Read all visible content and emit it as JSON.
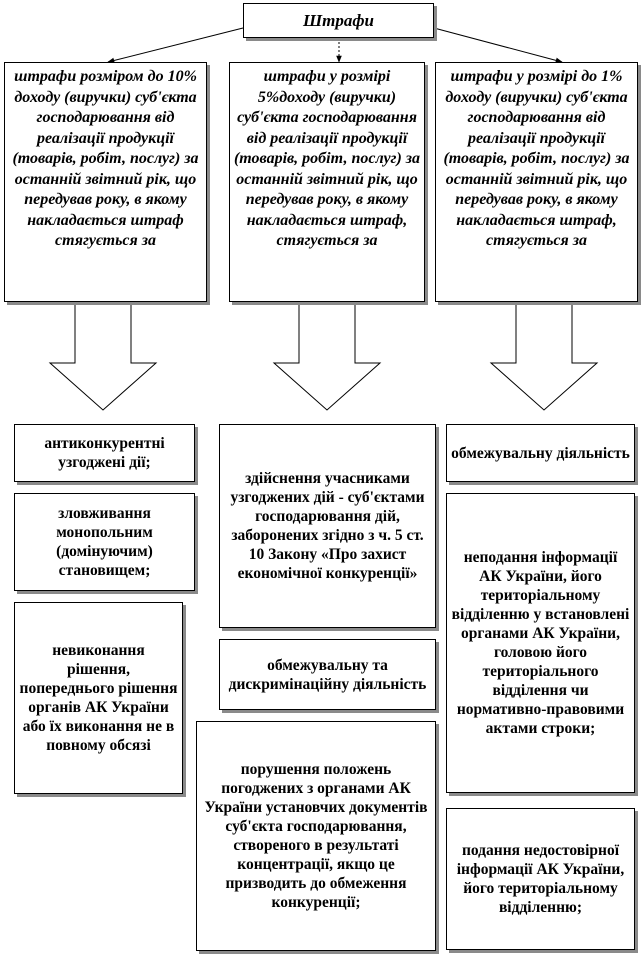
{
  "title": "Штрафи",
  "columns": [
    {
      "fine": "штрафи  розміром до 10% доходу  (виручки) суб'єкта господарювання від реалізації продукції (товарів,  робіт, послуг) за останній звітний рік,  що передував року,  в якому накладається штраф стягується за"
    },
    {
      "fine": "штрафи у розмірі 5%доходу  (виручки) суб'єкта господарювання від реалізації продукції (товарів,  робіт, послуг) за останній звітний  рік,  що передував  року,  в якому накладається штраф, стягується за"
    },
    {
      "fine": "штрафи у розмірі до 1%  доходу  (виручки) суб'єкта господарювання від реалізації продукції (товарів,  робіт, послуг) за останній звітний  рік,  що передував року,  в якому накладається штраф, стягується за"
    }
  ],
  "violations": {
    "left": [
      "антиконкурентні узгоджені дії;",
      "зловживання монопольним (домінуючим) становищем;",
      "невиконання рішення, попереднього рішення  органів АК України або їх виконання  не  в повному обсязі"
    ],
    "middle": [
      "здійснення  учасниками узгоджених  дій  - суб'єктами господарювання дій, заборонених згідно з ч. 5 ст. 10 Закону «Про захист економічної конкуренції»",
      "обмежувальну  та дискримінаційну діяльність",
      "порушення положень погоджених з органами АК України  установчих документів суб'єкта господарювання, створеного  в  результаті концентрації,  якщо  це призводить  до обмеження конкуренції;"
    ],
    "right": [
      "обмежувальну діяльність",
      "неподання інформації  АК України, його територіальному відділенню   у встановлені органами АК України,  головою його територіального відділення чи нормативно-правовими актами строки;",
      "подання недостовірної інформації   АК України, його територіальному відділенню;"
    ]
  }
}
